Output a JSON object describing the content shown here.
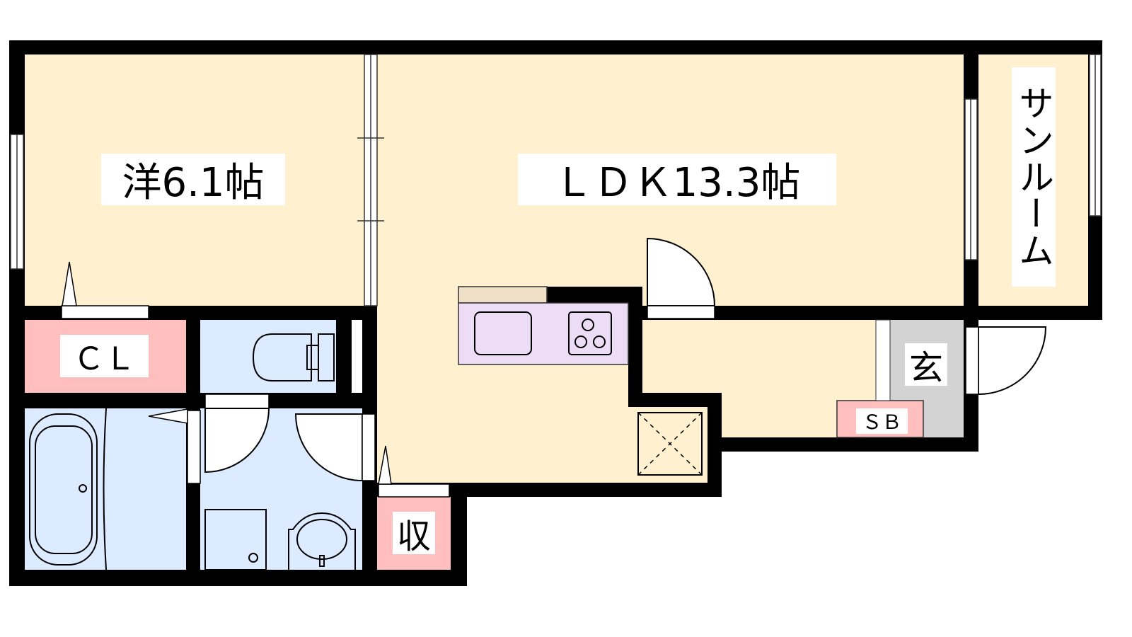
{
  "floor_plan": {
    "rooms": {
      "western_room": "洋6.1帖",
      "ldk": "ＬＤＫ13.3帖",
      "sunroom": "サンルーム",
      "closet": "ＣＬ",
      "entrance": "玄",
      "shoe_box": "ＳＢ",
      "storage": "収"
    },
    "colors": {
      "wall": "#000000",
      "living_floor": "#fff1cf",
      "wet_area": "#dcebff",
      "storage": "#ffbfbf",
      "entrance": "#d3d3d3",
      "kitchen": "#ecdcf5",
      "counter": "#efdfc6"
    }
  }
}
